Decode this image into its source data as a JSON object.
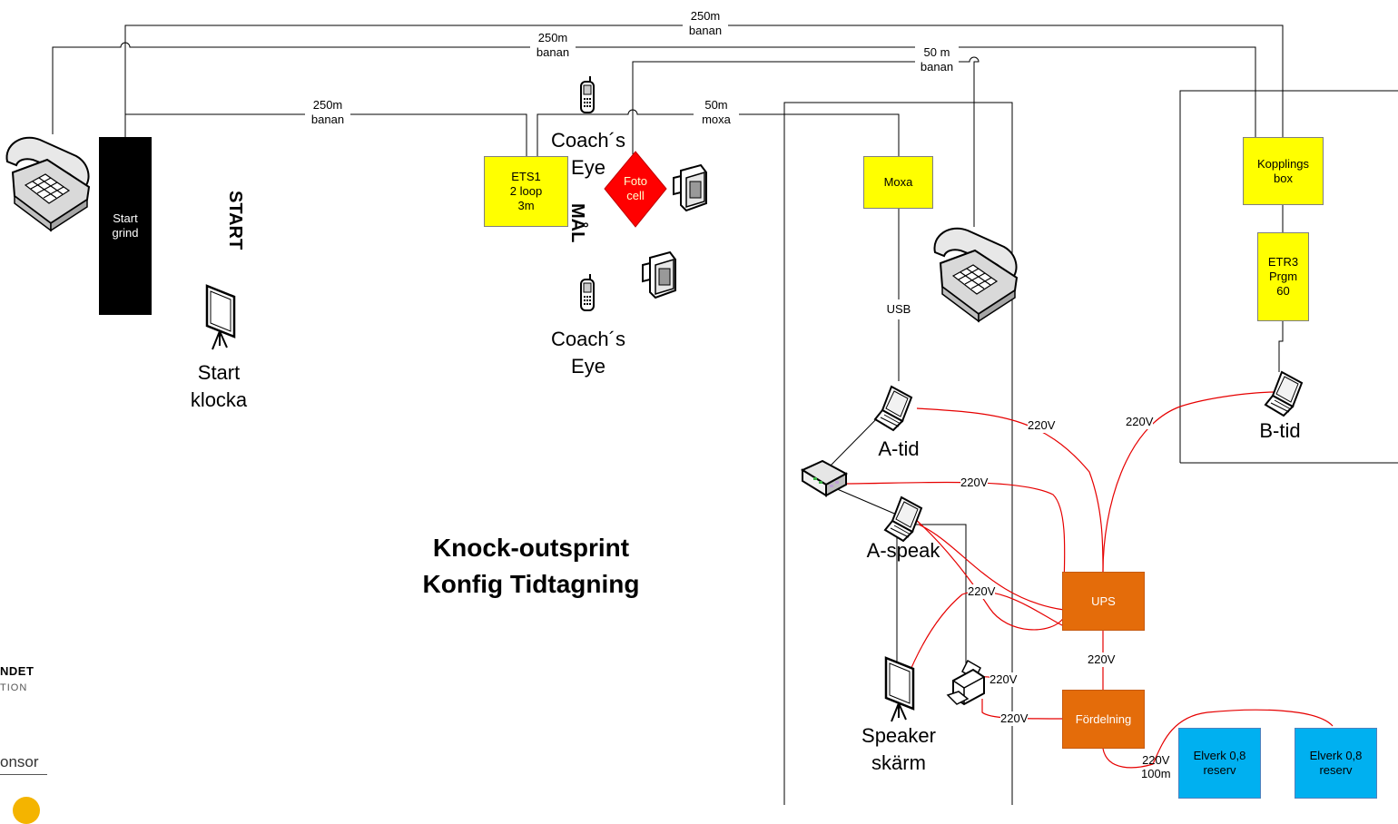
{
  "title": {
    "line1": "Knock-outsprint",
    "line2": "Konfig Tidtagning"
  },
  "labels": {
    "start_vertical": "START",
    "mal_vertical": "MÅL",
    "start_klocka_1": "Start",
    "start_klocka_2": "klocka",
    "coach_eye_top_1": "Coach´s",
    "coach_eye_top_2": "Eye",
    "coach_eye_bottom_1": "Coach´s",
    "coach_eye_bottom_2": "Eye",
    "a_tid": "A-tid",
    "a_speak": "A-speak",
    "b_tid": "B-tid",
    "speaker_1": "Speaker",
    "speaker_2": "skärm",
    "usb": "USB"
  },
  "boxes": {
    "start_grind": [
      "Start",
      "grind"
    ],
    "ets1": [
      "ETS1",
      "2 loop",
      "3m"
    ],
    "foto_cell": [
      "Foto",
      "cell"
    ],
    "moxa": [
      "Moxa"
    ],
    "kopplings_box": [
      "Kopplings",
      "box"
    ],
    "etr3": [
      "ETR3",
      "Prgm",
      "60"
    ],
    "ups": [
      "UPS"
    ],
    "fordelning": [
      "Fördelning"
    ],
    "elverk1": [
      "Elverk 0,8",
      "reserv"
    ],
    "elverk2": [
      "Elverk 0,8",
      "reserv"
    ]
  },
  "cable_labels": {
    "top_250m": [
      "250m",
      "banan"
    ],
    "mid_250m": [
      "250m",
      "banan"
    ],
    "low_250m": [
      "250m",
      "banan"
    ],
    "top_50m": [
      "50 m",
      "banan"
    ],
    "moxa_50m": [
      "50m",
      "moxa"
    ],
    "power": "220V",
    "power_100m": [
      "220V",
      "100m"
    ]
  },
  "logos": {
    "line1": "NDET",
    "line2": "TION",
    "line3": "onsor"
  },
  "colors": {
    "power_line": "#e60000",
    "signal_line": "#000000",
    "yellow": "#ffff00",
    "orange": "#e46c0a",
    "blue": "#00b0f0",
    "foto": "#ff0000"
  },
  "icons": [
    "telephone-icon",
    "mobile-phone-icon",
    "camera-icon",
    "laptop-icon",
    "printer-icon",
    "network-switch-icon",
    "display-board-icon"
  ]
}
